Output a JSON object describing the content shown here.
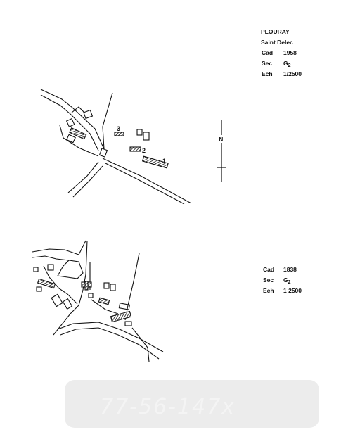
{
  "map_1958": {
    "commune": "PLOURAY",
    "lieu": "Saint Delec",
    "rows": [
      {
        "key": "Cad",
        "value": "1958"
      },
      {
        "key": "Sec",
        "value": "G",
        "sub": "2"
      },
      {
        "key": "Ech",
        "value": "1/2500"
      }
    ],
    "building_numbers": [
      "1",
      "2",
      "3"
    ],
    "north_label": "N"
  },
  "map_1838": {
    "rows": [
      {
        "key": "Cad",
        "value": "1838"
      },
      {
        "key": "Sec",
        "value": "G",
        "sub": "2"
      },
      {
        "key": "Ech",
        "value": "1 2500"
      }
    ]
  },
  "watermark": "77-56-147x",
  "colors": {
    "ink": "#111111",
    "paper": "#ffffff",
    "watermark_band": "#ececec"
  }
}
